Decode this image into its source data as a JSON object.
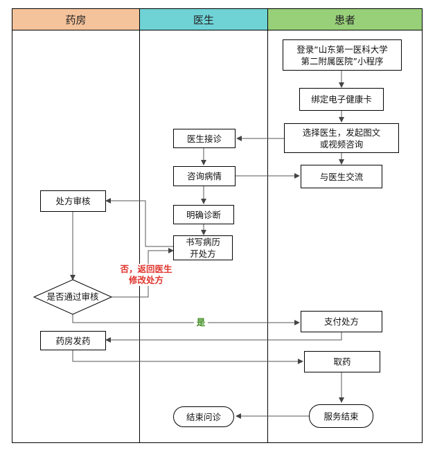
{
  "lanes": {
    "pharmacy": {
      "title": "药房",
      "color": "#f5c39b"
    },
    "doctor": {
      "title": "医生",
      "color": "#6fd3d6"
    },
    "patient": {
      "title": "患者",
      "color": "#98d07a"
    }
  },
  "nodes": {
    "login": "登录“山东第一医科大学\n第二附属医院”小程序",
    "bind_card": "绑定电子健康卡",
    "choose_doctor": "选择医生，发起图文\n或视频咨询",
    "doctor_accept": "医生接诊",
    "talk": "与医生交流",
    "inquire": "咨询病情",
    "rx_review": "处方审核",
    "diagnose": "明确诊断",
    "write_record": "书写病历\n开处方",
    "decision": "是否通过审核",
    "pay": "支付处方",
    "dispense": "药房发药",
    "pickup": "取药",
    "end_consult": "结束问诊",
    "service_end": "服务结束"
  },
  "edge_labels": {
    "no": {
      "text": "否，返回医生\n修改处方",
      "color": "#e0342c"
    },
    "yes": {
      "text": "是",
      "color": "#3a8a1a"
    }
  }
}
